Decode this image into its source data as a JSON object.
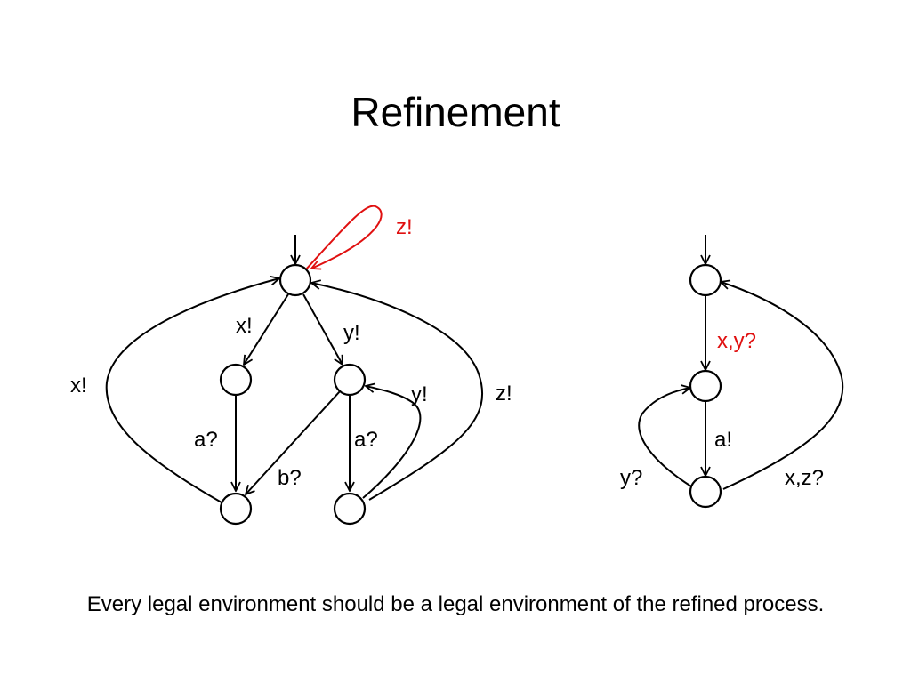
{
  "slide": {
    "title": "Refinement",
    "caption": "Every legal environment should be a legal environment of the refined process."
  },
  "colors": {
    "highlight": "#e01010",
    "foreground": "#000000"
  },
  "left_automaton": {
    "labels": {
      "self_loop": "z!",
      "init_to_left": "x!",
      "init_to_right": "y!",
      "back_outer_left": "x!",
      "left_down": "a?",
      "right_to_bottom_left": "b?",
      "right_down": "a?",
      "bottom_right_back": "y!",
      "back_outer_right": "z!"
    }
  },
  "right_automaton": {
    "labels": {
      "top_to_mid": "x,y?",
      "mid_to_bottom": "a!",
      "bottom_back_to_mid": "y?",
      "bottom_back_to_top": "x,z?"
    }
  }
}
